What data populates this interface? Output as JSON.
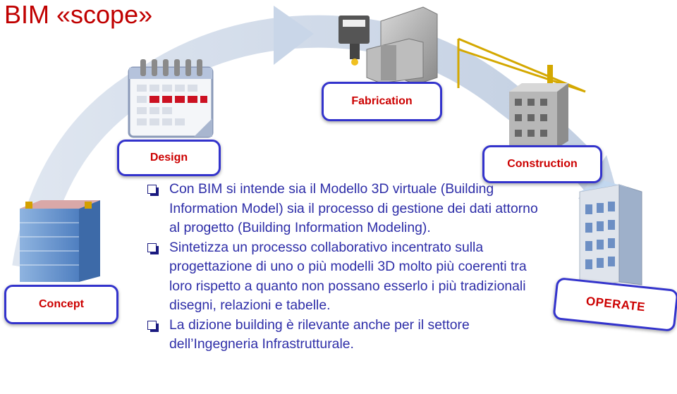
{
  "title": "BIM «scope»",
  "stages": {
    "concept": "Concept",
    "design": "Design",
    "fabrication": "Fabrication",
    "construction": "Construction",
    "operate": "OPERATE"
  },
  "bullets": [
    "Con  BIM  si intende sia il Modello 3D virtuale (Building Information Model) sia il processo di gestione dei dati attorno al progetto (Building Information Modeling).",
    "Sintetizza un processo collaborativo incentrato sulla progettazione di uno o più modelli 3D molto più coerenti tra loro  rispetto a quanto non possano esserlo i più tradizionali disegni, relazioni e tabelle.",
    "La dizione  building  è rilevante anche per il settore dell’Ingegneria Infrastrutturale."
  ],
  "colors": {
    "title": "#c00000",
    "stage_border": "#3333cc",
    "stage_text": "#cc0000",
    "body_text": "#2e2ea8",
    "arrow": "#c7d4e6"
  },
  "icons": [
    "calendar-icon",
    "cnc-machine-icon",
    "crane-icon",
    "office-building-icon",
    "construction-building-icon",
    "skyscraper-icon"
  ]
}
